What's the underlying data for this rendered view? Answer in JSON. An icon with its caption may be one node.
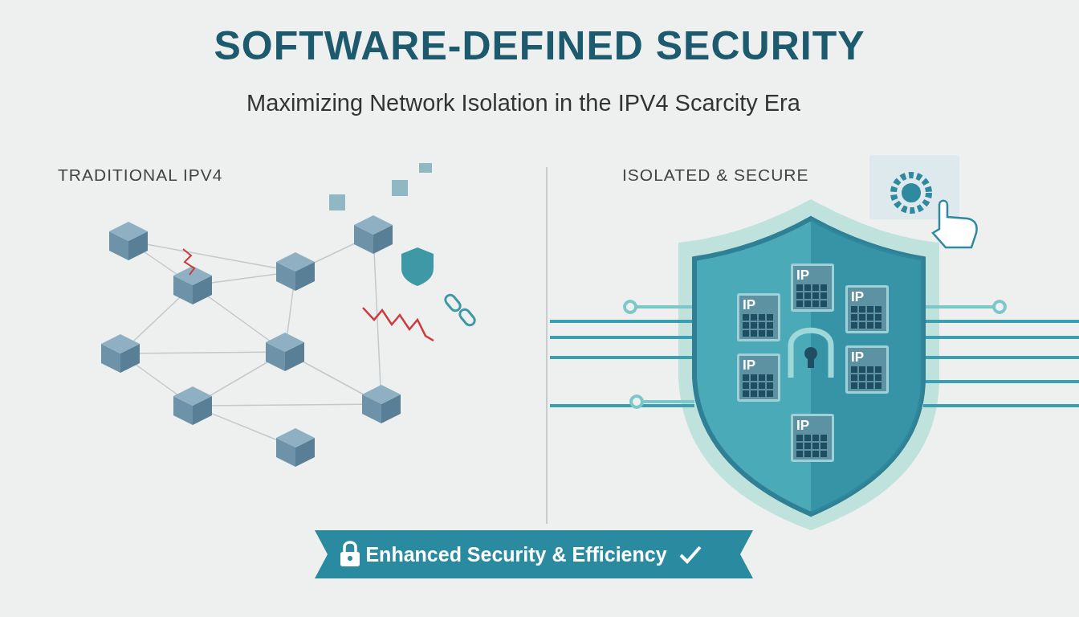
{
  "diagram": {
    "title": "SOFTWARE-DEFINED SECURITY",
    "nodes": [
      {
        "text": [
          "IP"
        ]
      },
      {
        "text": [
          "IP"
        ]
      },
      {
        "text": [
          "IP"
        ]
      },
      {
        "text": [
          "IP"
        ]
      },
      {
        "text": [
          "IP"
        ]
      },
      {
        "text": [
          "IP"
        ]
      },
      {
        "text": [
          "Enhanced Security & Efficiency"
        ]
      }
    ],
    "labels": [
      "Maximizing Network Isolation in the IPV4 Scarcity Era",
      "TRADITIONAL IPV4",
      "ISOLATED & SECURE"
    ]
  }
}
